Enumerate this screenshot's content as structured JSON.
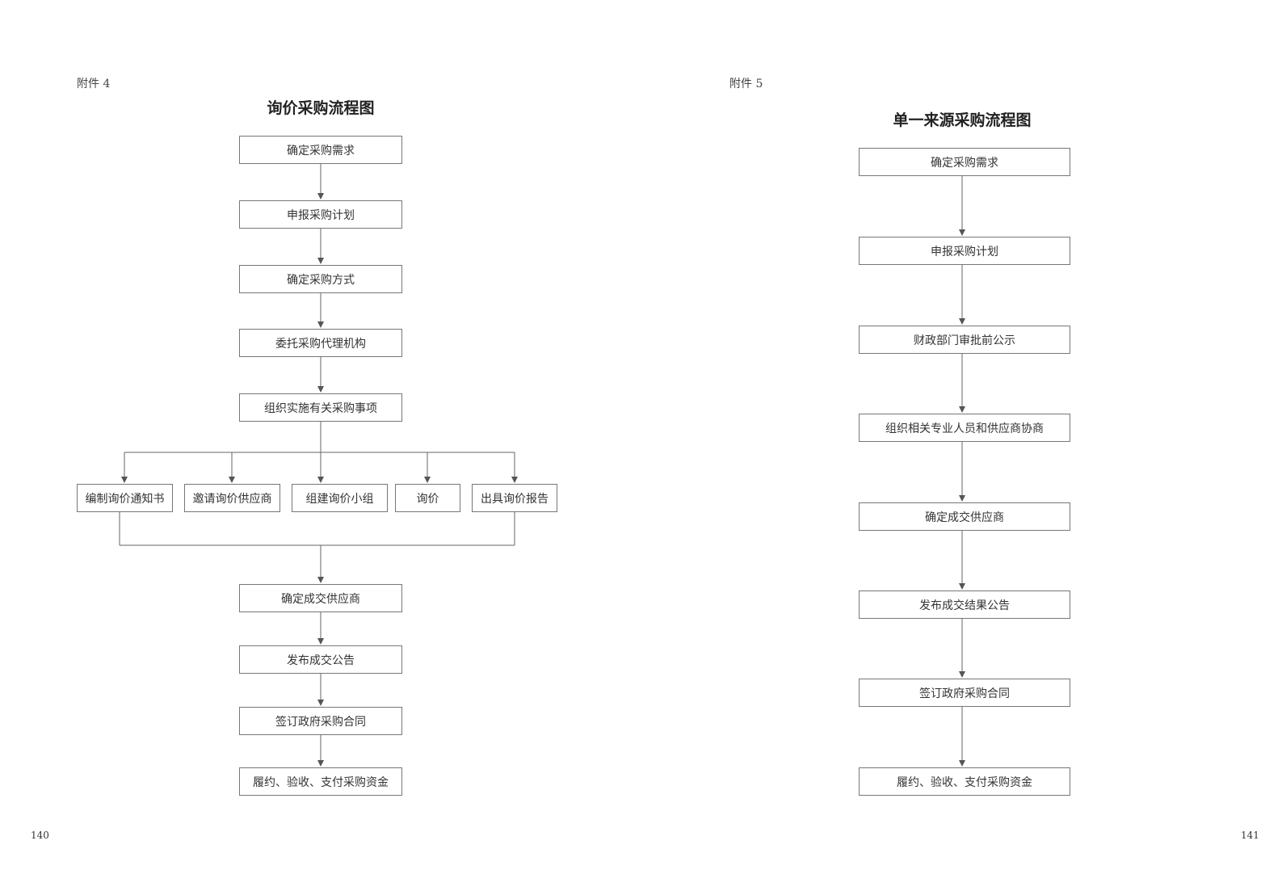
{
  "left": {
    "attachment": "附件 4",
    "title": "询价采购流程图",
    "steps_top": [
      "确定采购需求",
      "申报采购计划",
      "确定采购方式",
      "委托采购代理机构",
      "组织实施有关采购事项"
    ],
    "branches": [
      "编制询价通知书",
      "邀请询价供应商",
      "组建询价小组",
      "询价",
      "出具询价报告"
    ],
    "steps_bottom": [
      "确定成交供应商",
      "发布成交公告",
      "签订政府采购合同",
      "履约、验收、支付采购资金"
    ],
    "page_number": "140"
  },
  "right": {
    "attachment": "附件 5",
    "title": "单一来源采购流程图",
    "steps": [
      "确定采购需求",
      "申报采购计划",
      "财政部门审批前公示",
      "组织相关专业人员和供应商协商",
      "确定成交供应商",
      "发布成交结果公告",
      "签订政府采购合同",
      "履约、验收、支付采购资金"
    ],
    "page_number": "141"
  }
}
